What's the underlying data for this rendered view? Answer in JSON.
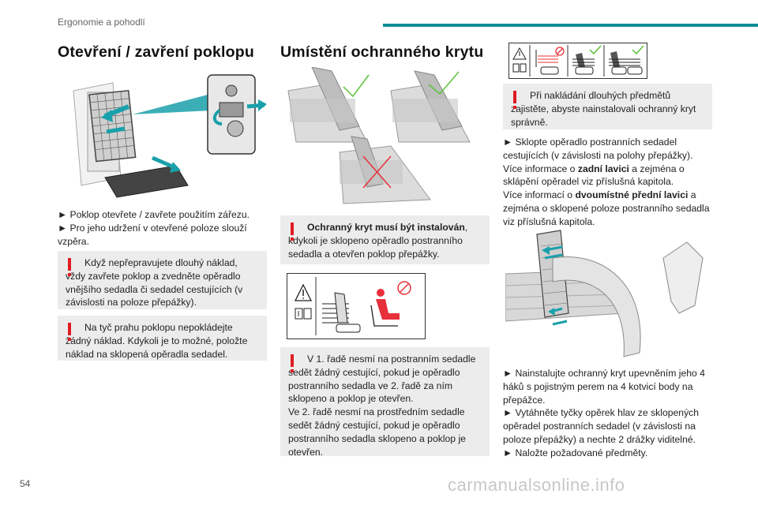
{
  "header": {
    "section": "Ergonomie a pohodlí",
    "page_number": "54"
  },
  "watermark": "carmanualsonline.info",
  "col1": {
    "title": "Otevření / zavření poklopu",
    "steps": [
      "► Poklop otevřete / zavřete použitím zářezu.",
      "► Pro jeho udržení v otevřené poloze slouží vzpěra."
    ],
    "warning1": "Když nepřepravujete dlouhý náklad, vždy zavřete poklop a zvedněte opěradlo vnějšího sedadla či sedadel cestujících (v závislosti na poloze přepážky).",
    "warning2": "Na tyč prahu poklopu nepokládejte žádný náklad. Kdykoli je to možné, položte náklad na sklopená opěradla sedadel."
  },
  "col2": {
    "title": "Umístění ochranného krytu",
    "warning1_bold": "Ochranný kryt musí být instalován",
    "warning1_rest": ", kdykoli je sklopeno opěradlo postranního sedadla a otevřen poklop přepážky.",
    "warning2_a": "V 1. řadě nesmí na postranním sedadle sedět žádný cestující, pokud je opěradlo postranního sedadla ve 2. řadě za ním sklopeno a poklop je otevřen.",
    "warning2_b": "Ve 2. řadě nesmí na prostředním sedadle sedět žádný cestující, pokud je opěradlo postranního sedadla sklopeno a poklop je otevřen."
  },
  "col3": {
    "warning1": "Při nakládání dlouhých předmětů zajistěte, abyste nainstalovali ochranný kryt správně.",
    "p1_a": "► Sklopte opěradlo postranních sedadel cestujících (v závislosti na polohy přepážky).",
    "p1_b_pre": "Více informace o ",
    "p1_b_bold": "zadní lavici",
    "p1_b_post": " a zejména o sklápění opěradel viz příslušná kapitola.",
    "p1_c_pre": "Více informací o ",
    "p1_c_bold": "dvoumístné přední lavici",
    "p1_c_post": " a zejména o sklopené poloze postranního sedadla viz příslušná kapitola.",
    "p2": [
      "► Nainstalujte ochranný kryt upevněním jeho 4 háků s pojistným perem na 4 kotvicí body na přepážce.",
      "► Vytáhněte tyčky opěrek hlav ze sklopených opěradel postranních sedadel (v závislosti na poloze přepážky) a nechte 2 drážky viditelné.",
      "► Naložte požadované předměty."
    ]
  },
  "colors": {
    "accent": "#0e8c96",
    "warning_red": "#e01b22",
    "warning_bg": "#ececec",
    "check_green": "#5cc23a",
    "cross_red": "#e8303a"
  }
}
